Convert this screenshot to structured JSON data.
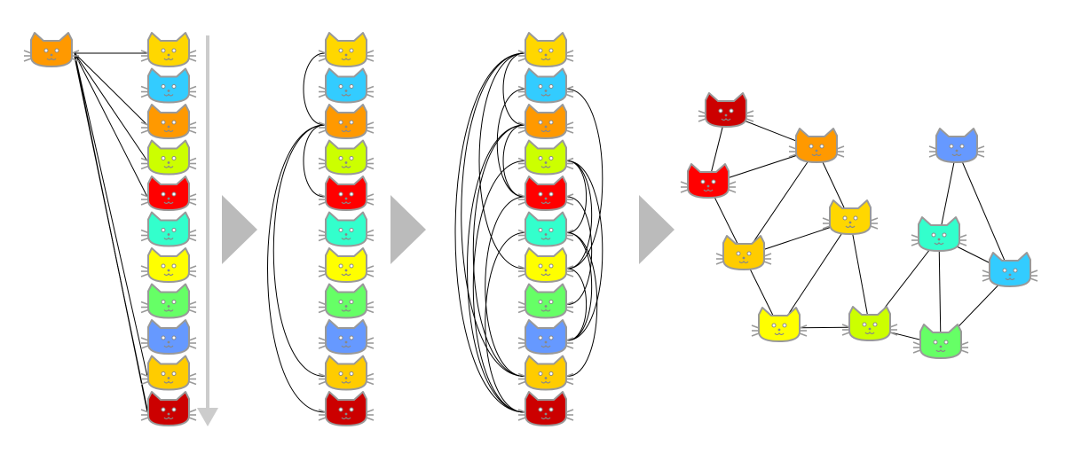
{
  "palette": {
    "orange": "#ff9900",
    "yellow_light": "#ffd700",
    "sky_blue": "#33ccff",
    "lime": "#ccff00",
    "red": "#ff0000",
    "turquoise": "#33ffcc",
    "yellow": "#ffff00",
    "green": "#66ff66",
    "blue": "#6699ff",
    "gold": "#ffcc00",
    "dark_red": "#cc0000",
    "cat_outline": "#999999",
    "edge": "#000000",
    "arrow": "#bbbbbb",
    "timeline_arrow": "#cccccc"
  },
  "panels": [
    {
      "name": "panel-1",
      "stack": [
        "yellow_light",
        "sky_blue",
        "orange",
        "lime",
        "red",
        "turquoise",
        "yellow",
        "green",
        "blue",
        "gold",
        "dark_red"
      ],
      "source_cat": "orange",
      "edges_from_source": [
        0,
        2,
        3,
        4,
        9,
        10
      ]
    },
    {
      "name": "panel-2",
      "stack": [
        "yellow_light",
        "sky_blue",
        "orange",
        "lime",
        "red",
        "turquoise",
        "yellow",
        "green",
        "blue",
        "gold",
        "dark_red"
      ],
      "arcs": [
        [
          0,
          2,
          "L"
        ],
        [
          2,
          4,
          "L"
        ],
        [
          2,
          9,
          "L"
        ],
        [
          2,
          10,
          "L"
        ]
      ]
    },
    {
      "name": "panel-3",
      "stack": [
        "yellow_light",
        "sky_blue",
        "orange",
        "lime",
        "red",
        "turquoise",
        "yellow",
        "green",
        "blue",
        "gold",
        "dark_red"
      ],
      "arcs": [
        [
          0,
          2,
          "L"
        ],
        [
          2,
          4,
          "L"
        ],
        [
          2,
          9,
          "L"
        ],
        [
          2,
          10,
          "L"
        ],
        [
          0,
          6,
          "L"
        ],
        [
          0,
          10,
          "L"
        ],
        [
          0,
          9,
          "L"
        ],
        [
          3,
          10,
          "L"
        ],
        [
          4,
          9,
          "L"
        ],
        [
          5,
          10,
          "L"
        ],
        [
          1,
          4,
          "L"
        ],
        [
          1,
          6,
          "R"
        ],
        [
          3,
          8,
          "R"
        ],
        [
          4,
          7,
          "R"
        ],
        [
          5,
          9,
          "R"
        ],
        [
          3,
          6,
          "R"
        ],
        [
          6,
          8,
          "R"
        ],
        [
          5,
          8,
          "R"
        ],
        [
          3,
          5,
          "R"
        ]
      ]
    }
  ],
  "graph": {
    "nodes": [
      {
        "id": "dark_red",
        "color": "dark_red"
      },
      {
        "id": "orange",
        "color": "orange"
      },
      {
        "id": "red",
        "color": "red"
      },
      {
        "id": "yellow_light",
        "color": "yellow_light"
      },
      {
        "id": "gold",
        "color": "gold"
      },
      {
        "id": "yellow",
        "color": "yellow"
      },
      {
        "id": "lime",
        "color": "lime"
      },
      {
        "id": "blue",
        "color": "blue"
      },
      {
        "id": "turquoise",
        "color": "turquoise"
      },
      {
        "id": "sky_blue",
        "color": "sky_blue"
      },
      {
        "id": "green",
        "color": "green"
      }
    ],
    "edges": [
      [
        "dark_red",
        "orange"
      ],
      [
        "dark_red",
        "red"
      ],
      [
        "red",
        "orange"
      ],
      [
        "red",
        "gold"
      ],
      [
        "orange",
        "gold"
      ],
      [
        "orange",
        "yellow_light"
      ],
      [
        "gold",
        "yellow_light"
      ],
      [
        "gold",
        "yellow"
      ],
      [
        "yellow_light",
        "lime"
      ],
      [
        "yellow",
        "lime"
      ],
      [
        "yellow",
        "yellow_light"
      ],
      [
        "lime",
        "turquoise"
      ],
      [
        "lime",
        "green"
      ],
      [
        "blue",
        "turquoise"
      ],
      [
        "blue",
        "sky_blue"
      ],
      [
        "turquoise",
        "sky_blue"
      ],
      [
        "turquoise",
        "green"
      ],
      [
        "sky_blue",
        "green"
      ]
    ]
  },
  "arrows": [
    "step-arrow-1",
    "step-arrow-2",
    "step-arrow-3"
  ]
}
